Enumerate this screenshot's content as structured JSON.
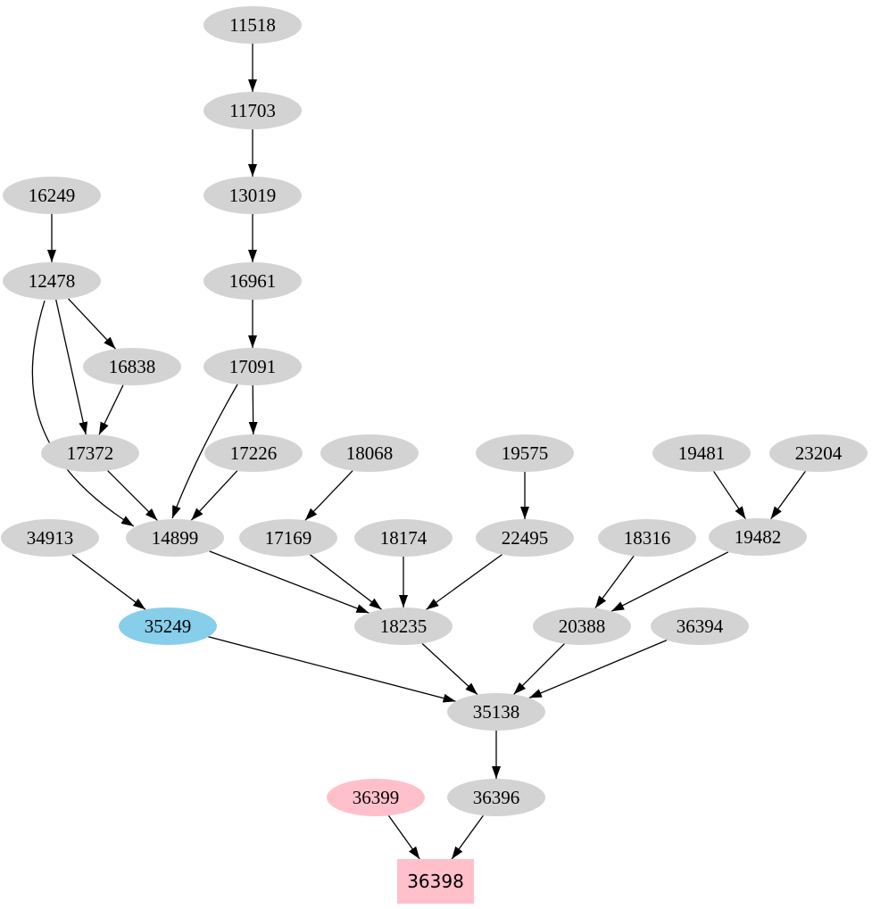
{
  "graph": {
    "background": "#ffffff",
    "colors": {
      "node_default": "#d3d3d3",
      "node_highlight_blue": "#87ceeb",
      "node_highlight_pink": "#ffc0cb",
      "edge": "#000000",
      "text": "#000000"
    },
    "highlighted_blue_node": "35249",
    "highlighted_pink_nodes": [
      "36399",
      "36398"
    ],
    "nodes": [
      {
        "id": "11518",
        "label": "11518",
        "fill": "#d3d3d3",
        "shape": "ellipse"
      },
      {
        "id": "11703",
        "label": "11703",
        "fill": "#d3d3d3",
        "shape": "ellipse"
      },
      {
        "id": "13019",
        "label": "13019",
        "fill": "#d3d3d3",
        "shape": "ellipse"
      },
      {
        "id": "16961",
        "label": "16961",
        "fill": "#d3d3d3",
        "shape": "ellipse"
      },
      {
        "id": "17091",
        "label": "17091",
        "fill": "#d3d3d3",
        "shape": "ellipse"
      },
      {
        "id": "16249",
        "label": "16249",
        "fill": "#d3d3d3",
        "shape": "ellipse"
      },
      {
        "id": "12478",
        "label": "12478",
        "fill": "#d3d3d3",
        "shape": "ellipse"
      },
      {
        "id": "16838",
        "label": "16838",
        "fill": "#d3d3d3",
        "shape": "ellipse"
      },
      {
        "id": "17372",
        "label": "17372",
        "fill": "#d3d3d3",
        "shape": "ellipse"
      },
      {
        "id": "17226",
        "label": "17226",
        "fill": "#d3d3d3",
        "shape": "ellipse"
      },
      {
        "id": "18068",
        "label": "18068",
        "fill": "#d3d3d3",
        "shape": "ellipse"
      },
      {
        "id": "19575",
        "label": "19575",
        "fill": "#d3d3d3",
        "shape": "ellipse"
      },
      {
        "id": "19481",
        "label": "19481",
        "fill": "#d3d3d3",
        "shape": "ellipse"
      },
      {
        "id": "23204",
        "label": "23204",
        "fill": "#d3d3d3",
        "shape": "ellipse"
      },
      {
        "id": "34913",
        "label": "34913",
        "fill": "#d3d3d3",
        "shape": "ellipse"
      },
      {
        "id": "14899",
        "label": "14899",
        "fill": "#d3d3d3",
        "shape": "ellipse"
      },
      {
        "id": "17169",
        "label": "17169",
        "fill": "#d3d3d3",
        "shape": "ellipse"
      },
      {
        "id": "18174",
        "label": "18174",
        "fill": "#d3d3d3",
        "shape": "ellipse"
      },
      {
        "id": "22495",
        "label": "22495",
        "fill": "#d3d3d3",
        "shape": "ellipse"
      },
      {
        "id": "18316",
        "label": "18316",
        "fill": "#d3d3d3",
        "shape": "ellipse"
      },
      {
        "id": "19482",
        "label": "19482",
        "fill": "#d3d3d3",
        "shape": "ellipse"
      },
      {
        "id": "35249",
        "label": "35249",
        "fill": "#87ceeb",
        "shape": "ellipse"
      },
      {
        "id": "18235",
        "label": "18235",
        "fill": "#d3d3d3",
        "shape": "ellipse"
      },
      {
        "id": "20388",
        "label": "20388",
        "fill": "#d3d3d3",
        "shape": "ellipse"
      },
      {
        "id": "36394",
        "label": "36394",
        "fill": "#d3d3d3",
        "shape": "ellipse"
      },
      {
        "id": "35138",
        "label": "35138",
        "fill": "#d3d3d3",
        "shape": "ellipse"
      },
      {
        "id": "36399",
        "label": "36399",
        "fill": "#ffc0cb",
        "shape": "ellipse"
      },
      {
        "id": "36396",
        "label": "36396",
        "fill": "#d3d3d3",
        "shape": "ellipse"
      },
      {
        "id": "36398",
        "label": "36398",
        "fill": "#ffc0cb",
        "shape": "box"
      }
    ],
    "edges": [
      {
        "from": "11518",
        "to": "11703"
      },
      {
        "from": "11703",
        "to": "13019"
      },
      {
        "from": "13019",
        "to": "16961"
      },
      {
        "from": "16961",
        "to": "17091"
      },
      {
        "from": "17091",
        "to": "17226"
      },
      {
        "from": "17091",
        "to": "14899"
      },
      {
        "from": "16249",
        "to": "12478"
      },
      {
        "from": "12478",
        "to": "16838"
      },
      {
        "from": "12478",
        "to": "17372"
      },
      {
        "from": "12478",
        "to": "14899"
      },
      {
        "from": "16838",
        "to": "17372"
      },
      {
        "from": "17372",
        "to": "14899"
      },
      {
        "from": "17226",
        "to": "14899"
      },
      {
        "from": "18068",
        "to": "17169"
      },
      {
        "from": "19575",
        "to": "22495"
      },
      {
        "from": "19481",
        "to": "19482"
      },
      {
        "from": "23204",
        "to": "19482"
      },
      {
        "from": "14899",
        "to": "18235"
      },
      {
        "from": "17169",
        "to": "18235"
      },
      {
        "from": "18174",
        "to": "18235"
      },
      {
        "from": "22495",
        "to": "18235"
      },
      {
        "from": "18316",
        "to": "20388"
      },
      {
        "from": "19482",
        "to": "20388"
      },
      {
        "from": "34913",
        "to": "35249"
      },
      {
        "from": "35249",
        "to": "35138"
      },
      {
        "from": "18235",
        "to": "35138"
      },
      {
        "from": "20388",
        "to": "35138"
      },
      {
        "from": "36394",
        "to": "35138"
      },
      {
        "from": "35138",
        "to": "36396"
      },
      {
        "from": "36399",
        "to": "36398"
      },
      {
        "from": "36396",
        "to": "36398"
      }
    ]
  }
}
